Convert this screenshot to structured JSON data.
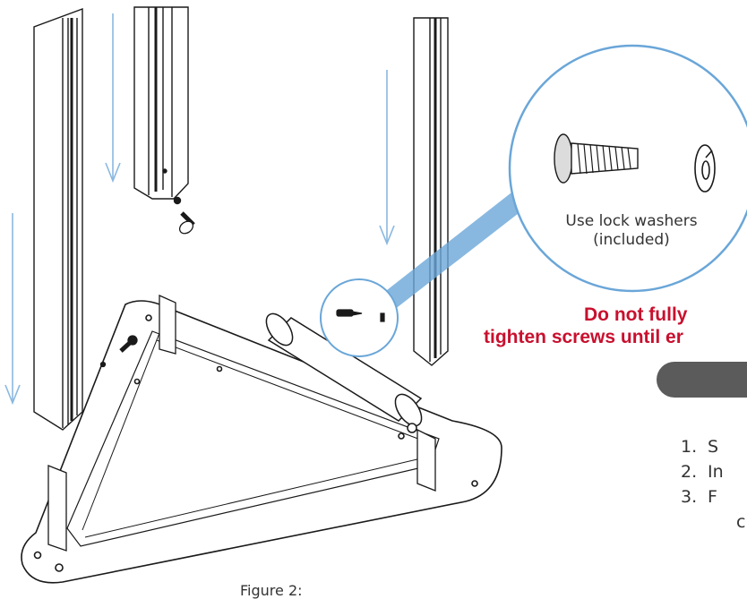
{
  "callout": {
    "line1": "Use lock washers",
    "line2": "(included)"
  },
  "warning": {
    "line1": "Do not fully",
    "line2": "tighten screws until er"
  },
  "steps": [
    {
      "num": "1.",
      "text": "S"
    },
    {
      "num": "2.",
      "text": "In"
    },
    {
      "num": "3.",
      "text": "F"
    }
  ],
  "steps_continuation": "c",
  "figure_caption": "Figure 2:",
  "colors": {
    "callout_circle": "#6aa6d8",
    "warning_text": "#c8102e",
    "arrow": "#8ab8e0",
    "heading_pill": "#5b5b5b"
  }
}
